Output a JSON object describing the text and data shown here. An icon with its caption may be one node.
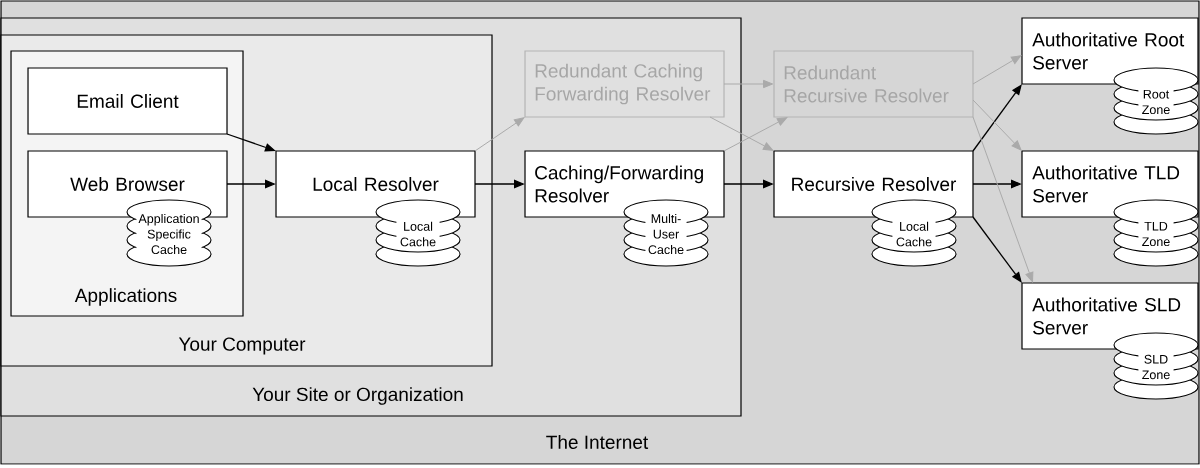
{
  "diagram": {
    "nodes": [
      {
        "text": [
          "The Internet"
        ]
      },
      {
        "text": [
          "Your Site or Organization"
        ],
        "in": 0
      },
      {
        "text": [
          "Your Computer"
        ],
        "in": 1
      },
      {
        "text": [
          "Applications"
        ],
        "in": 2
      },
      {
        "text": [
          "Email Client"
        ],
        "in": 3
      },
      {
        "text": [
          "Web Browser"
        ],
        "in": 3
      },
      {
        "text": [
          "Application Specific Cache"
        ],
        "in": 3
      },
      {
        "text": [
          "Local Resolver"
        ],
        "in": 2
      },
      {
        "text": [
          "Local Cache"
        ],
        "in": 2
      },
      {
        "text": [
          "Redundant Caching Forwarding Resolver"
        ],
        "in": 1
      },
      {
        "text": [
          "Caching/Forwarding Resolver"
        ],
        "in": 1
      },
      {
        "text": [
          "Multi-User Cache"
        ],
        "in": 1
      },
      {
        "text": [
          "Redundant Recursive Resolver"
        ],
        "in": 0
      },
      {
        "text": [
          "Recursive Resolver"
        ],
        "in": 0
      },
      {
        "text": [
          "Local Cache"
        ],
        "in": 0
      },
      {
        "text": [
          "Authoritative Root Server"
        ],
        "in": 0
      },
      {
        "text": [
          "Root Zone"
        ],
        "in": 0
      },
      {
        "text": [
          "Authoritative TLD Server"
        ],
        "in": 0
      },
      {
        "text": [
          "TLD Zone"
        ],
        "in": 0
      },
      {
        "text": [
          "Authoritative SLD Server"
        ],
        "in": 0
      },
      {
        "text": [
          "SLD Zone"
        ],
        "in": 0
      }
    ],
    "edges": [
      {
        "from": 4,
        "to": 7,
        "arrow": "to"
      },
      {
        "from": 5,
        "to": 7,
        "arrow": "to"
      },
      {
        "from": 7,
        "to": 10,
        "arrow": "to"
      },
      {
        "from": 10,
        "to": 13,
        "arrow": "to"
      },
      {
        "from": 13,
        "to": 15,
        "arrow": "to"
      },
      {
        "from": 13,
        "to": 17,
        "arrow": "to"
      },
      {
        "from": 13,
        "to": 19,
        "arrow": "to"
      },
      {
        "from": 7,
        "to": 9,
        "arrow": "to",
        "color": "#aaaaaa"
      },
      {
        "from": 9,
        "to": 12,
        "arrow": "to",
        "color": "#aaaaaa"
      },
      {
        "from": 9,
        "to": 13,
        "arrow": "to",
        "color": "#aaaaaa"
      },
      {
        "from": 10,
        "to": 12,
        "arrow": "to",
        "color": "#aaaaaa"
      },
      {
        "from": 12,
        "to": 15,
        "arrow": "to",
        "color": "#aaaaaa"
      },
      {
        "from": 12,
        "to": 17,
        "arrow": "to",
        "color": "#aaaaaa"
      },
      {
        "from": 12,
        "to": 19,
        "arrow": "to",
        "color": "#aaaaaa"
      }
    ]
  }
}
